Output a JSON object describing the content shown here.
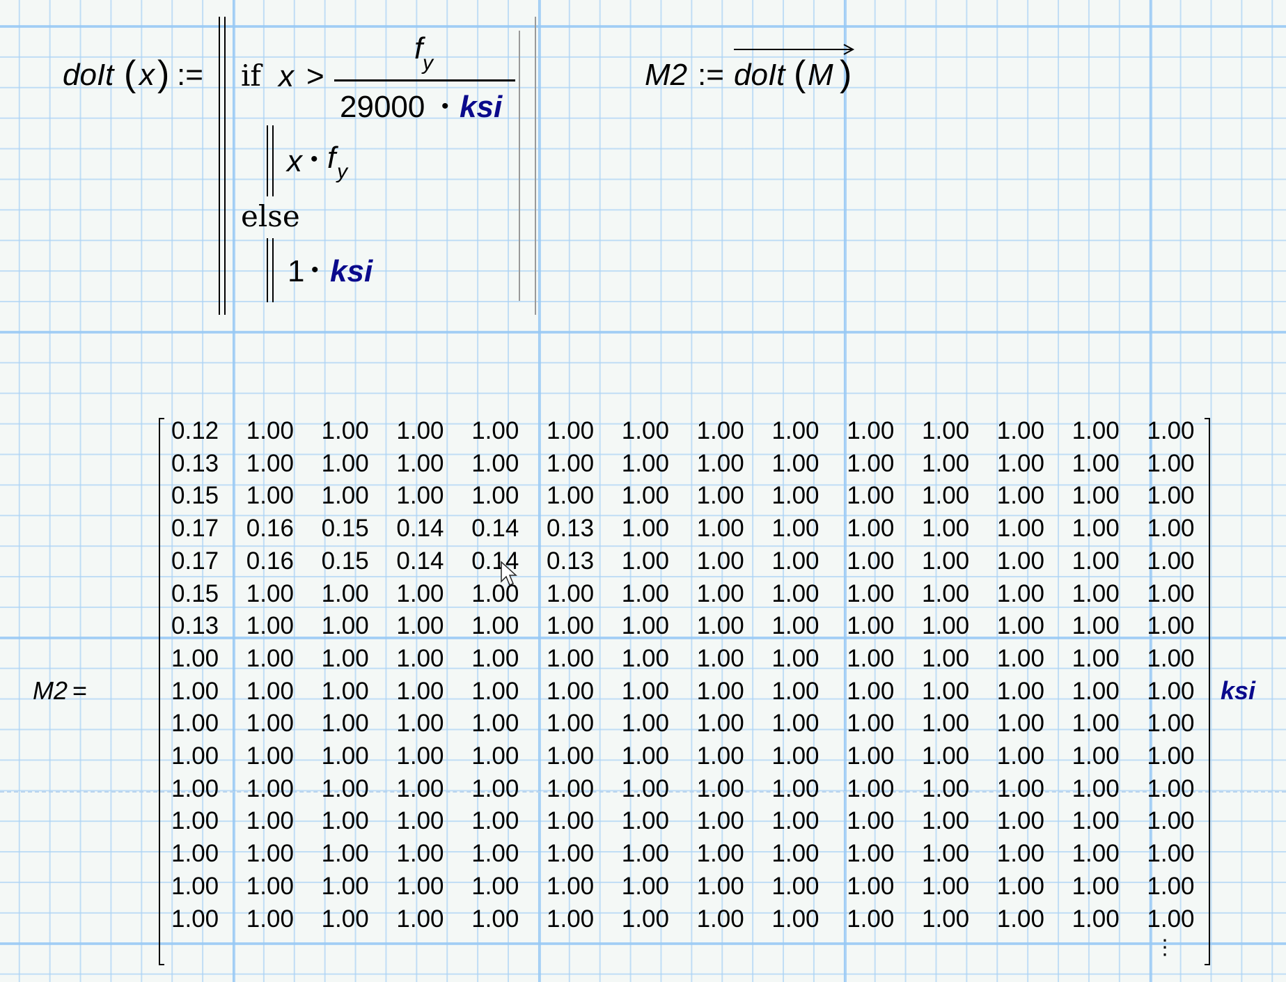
{
  "worksheet": {
    "function_def": {
      "name": "doIt",
      "param": "x",
      "assign": ":=",
      "if_keyword": "if",
      "condition_lhs": "x",
      "condition_op": ">",
      "numerator": "f",
      "numerator_sub": "y",
      "denominator_num": "29000",
      "dot": "•",
      "unit": "ksi",
      "then_expr_x": "x",
      "then_expr_f": "f",
      "then_expr_sub": "y",
      "else_keyword": "else",
      "else_expr_num": "1",
      "else_unit": "ksi"
    },
    "vectorize_def": {
      "lhs": "M2",
      "assign": ":=",
      "func": "doIt",
      "arg": "M"
    },
    "result": {
      "lhs": "M2",
      "equals": "=",
      "unit": "ksi",
      "ellipsis": "⋮",
      "matrix": [
        [
          "0.12",
          "1.00",
          "1.00",
          "1.00",
          "1.00",
          "1.00",
          "1.00",
          "1.00",
          "1.00",
          "1.00",
          "1.00",
          "1.00",
          "1.00",
          "1.00"
        ],
        [
          "0.13",
          "1.00",
          "1.00",
          "1.00",
          "1.00",
          "1.00",
          "1.00",
          "1.00",
          "1.00",
          "1.00",
          "1.00",
          "1.00",
          "1.00",
          "1.00"
        ],
        [
          "0.15",
          "1.00",
          "1.00",
          "1.00",
          "1.00",
          "1.00",
          "1.00",
          "1.00",
          "1.00",
          "1.00",
          "1.00",
          "1.00",
          "1.00",
          "1.00"
        ],
        [
          "0.17",
          "0.16",
          "0.15",
          "0.14",
          "0.14",
          "0.13",
          "1.00",
          "1.00",
          "1.00",
          "1.00",
          "1.00",
          "1.00",
          "1.00",
          "1.00"
        ],
        [
          "0.17",
          "0.16",
          "0.15",
          "0.14",
          "0.14",
          "0.13",
          "1.00",
          "1.00",
          "1.00",
          "1.00",
          "1.00",
          "1.00",
          "1.00",
          "1.00"
        ],
        [
          "0.15",
          "1.00",
          "1.00",
          "1.00",
          "1.00",
          "1.00",
          "1.00",
          "1.00",
          "1.00",
          "1.00",
          "1.00",
          "1.00",
          "1.00",
          "1.00"
        ],
        [
          "0.13",
          "1.00",
          "1.00",
          "1.00",
          "1.00",
          "1.00",
          "1.00",
          "1.00",
          "1.00",
          "1.00",
          "1.00",
          "1.00",
          "1.00",
          "1.00"
        ],
        [
          "1.00",
          "1.00",
          "1.00",
          "1.00",
          "1.00",
          "1.00",
          "1.00",
          "1.00",
          "1.00",
          "1.00",
          "1.00",
          "1.00",
          "1.00",
          "1.00"
        ],
        [
          "1.00",
          "1.00",
          "1.00",
          "1.00",
          "1.00",
          "1.00",
          "1.00",
          "1.00",
          "1.00",
          "1.00",
          "1.00",
          "1.00",
          "1.00",
          "1.00"
        ],
        [
          "1.00",
          "1.00",
          "1.00",
          "1.00",
          "1.00",
          "1.00",
          "1.00",
          "1.00",
          "1.00",
          "1.00",
          "1.00",
          "1.00",
          "1.00",
          "1.00"
        ],
        [
          "1.00",
          "1.00",
          "1.00",
          "1.00",
          "1.00",
          "1.00",
          "1.00",
          "1.00",
          "1.00",
          "1.00",
          "1.00",
          "1.00",
          "1.00",
          "1.00"
        ],
        [
          "1.00",
          "1.00",
          "1.00",
          "1.00",
          "1.00",
          "1.00",
          "1.00",
          "1.00",
          "1.00",
          "1.00",
          "1.00",
          "1.00",
          "1.00",
          "1.00"
        ],
        [
          "1.00",
          "1.00",
          "1.00",
          "1.00",
          "1.00",
          "1.00",
          "1.00",
          "1.00",
          "1.00",
          "1.00",
          "1.00",
          "1.00",
          "1.00",
          "1.00"
        ],
        [
          "1.00",
          "1.00",
          "1.00",
          "1.00",
          "1.00",
          "1.00",
          "1.00",
          "1.00",
          "1.00",
          "1.00",
          "1.00",
          "1.00",
          "1.00",
          "1.00"
        ],
        [
          "1.00",
          "1.00",
          "1.00",
          "1.00",
          "1.00",
          "1.00",
          "1.00",
          "1.00",
          "1.00",
          "1.00",
          "1.00",
          "1.00",
          "1.00",
          "1.00"
        ],
        [
          "1.00",
          "1.00",
          "1.00",
          "1.00",
          "1.00",
          "1.00",
          "1.00",
          "1.00",
          "1.00",
          "1.00",
          "1.00",
          "1.00",
          "1.00",
          "1.00"
        ]
      ]
    }
  }
}
